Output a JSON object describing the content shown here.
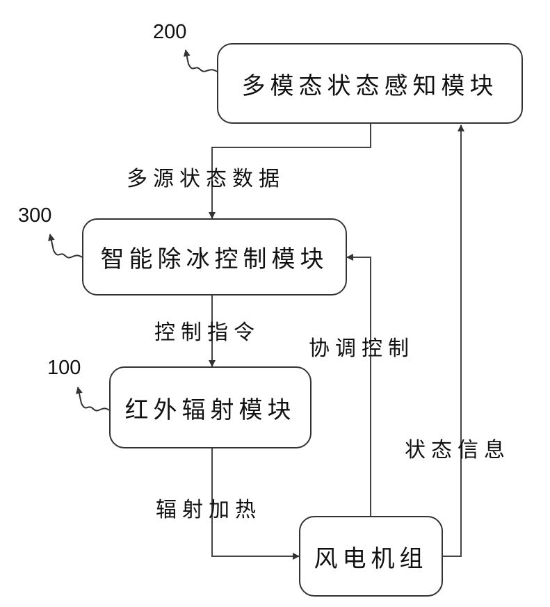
{
  "modules": {
    "perception": {
      "label": "多模态状态感知模块",
      "ref": "200"
    },
    "control": {
      "label": "智能除冰控制模块",
      "ref": "300"
    },
    "infrared": {
      "label": "红外辐射模块",
      "ref": "100"
    },
    "turbine": {
      "label": "风电机组"
    }
  },
  "flows": {
    "multi_source_data": "多源状态数据",
    "control_command": "控制指令",
    "radiant_heating": "辐射加热",
    "coordinated_control": "协调控制",
    "status_info": "状态信息"
  }
}
